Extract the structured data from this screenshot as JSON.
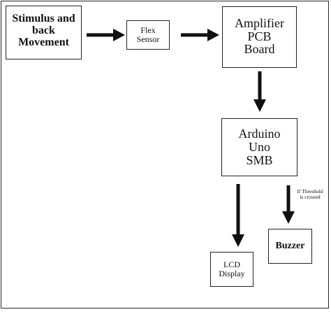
{
  "diagram": {
    "nodes": {
      "stimulus": "Stimulus and\nback\nMovement",
      "flex_sensor": "Flex\nSensor",
      "amplifier": "Amplifier\nPCB\nBoard",
      "arduino": "Arduino\nUno\nSMB",
      "buzzer": "Buzzer",
      "lcd": "LCD\nDisplay"
    },
    "edge_labels": {
      "threshold": "If Threshold\nis crossed"
    },
    "edges": [
      {
        "from": "stimulus",
        "to": "flex_sensor"
      },
      {
        "from": "flex_sensor",
        "to": "amplifier"
      },
      {
        "from": "amplifier",
        "to": "arduino"
      },
      {
        "from": "arduino",
        "to": "lcd"
      },
      {
        "from": "arduino",
        "to": "buzzer",
        "label": "threshold"
      }
    ]
  }
}
